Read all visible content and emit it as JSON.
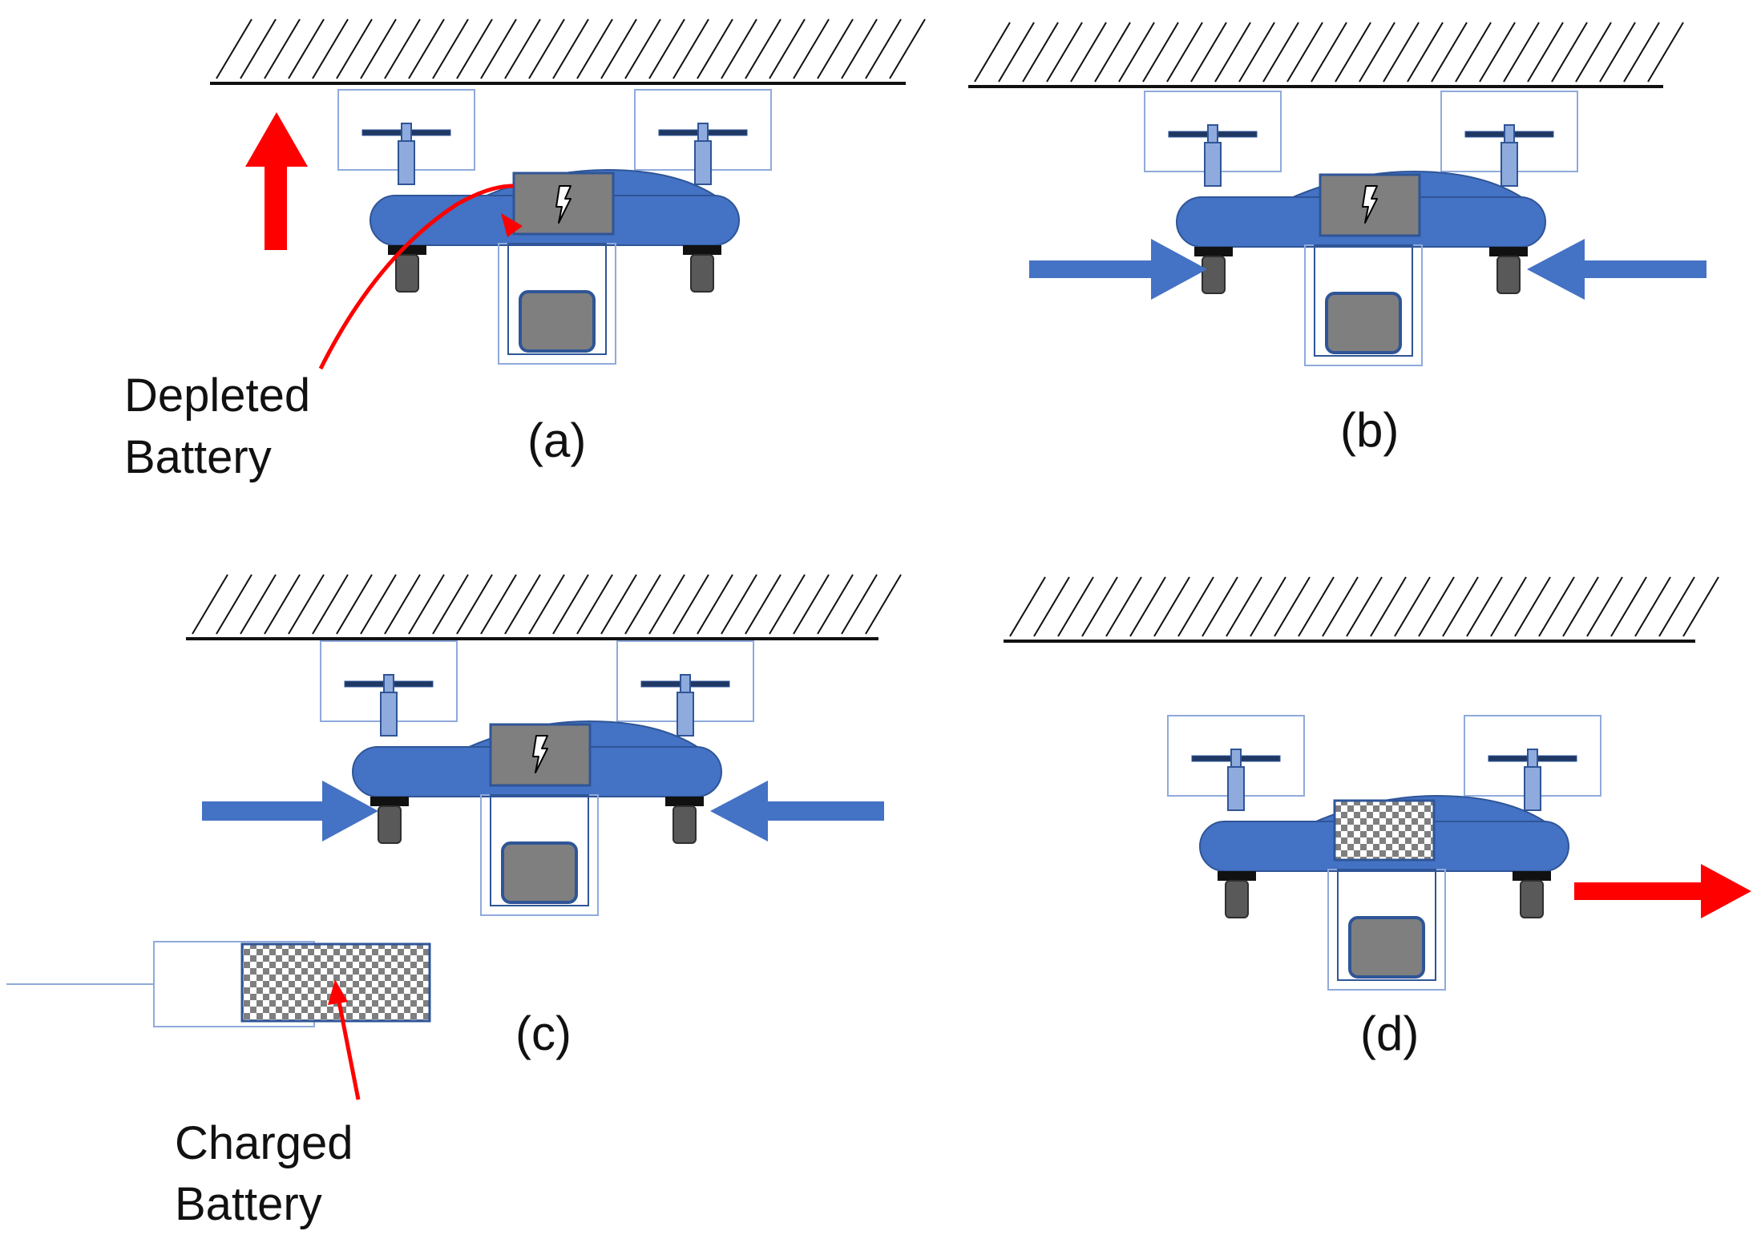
{
  "panels": [
    {
      "id": "a",
      "caption": "(a)"
    },
    {
      "id": "b",
      "caption": "(b)"
    },
    {
      "id": "c",
      "caption": "(c)"
    },
    {
      "id": "d",
      "caption": "(d)"
    }
  ],
  "annotations": {
    "depleted": {
      "line1": "Depleted",
      "line2": "Battery"
    },
    "charged": {
      "line1": "Charged",
      "line2": "Battery"
    }
  },
  "icons": {
    "lightning": "lightning-bolt-icon",
    "checker": "checkerboard-pattern"
  },
  "colors": {
    "drone_body": "#4472c4",
    "drone_edge": "#2f5597",
    "battery_depleted": "#7f7f7f",
    "motor_shaft": "#8faadc",
    "foot": "#595959",
    "motion_arrow_red": "#ff0000",
    "clamp_arrow_blue": "#4472c4",
    "ceiling": "#111111",
    "frame_outline": "#8faadc"
  }
}
